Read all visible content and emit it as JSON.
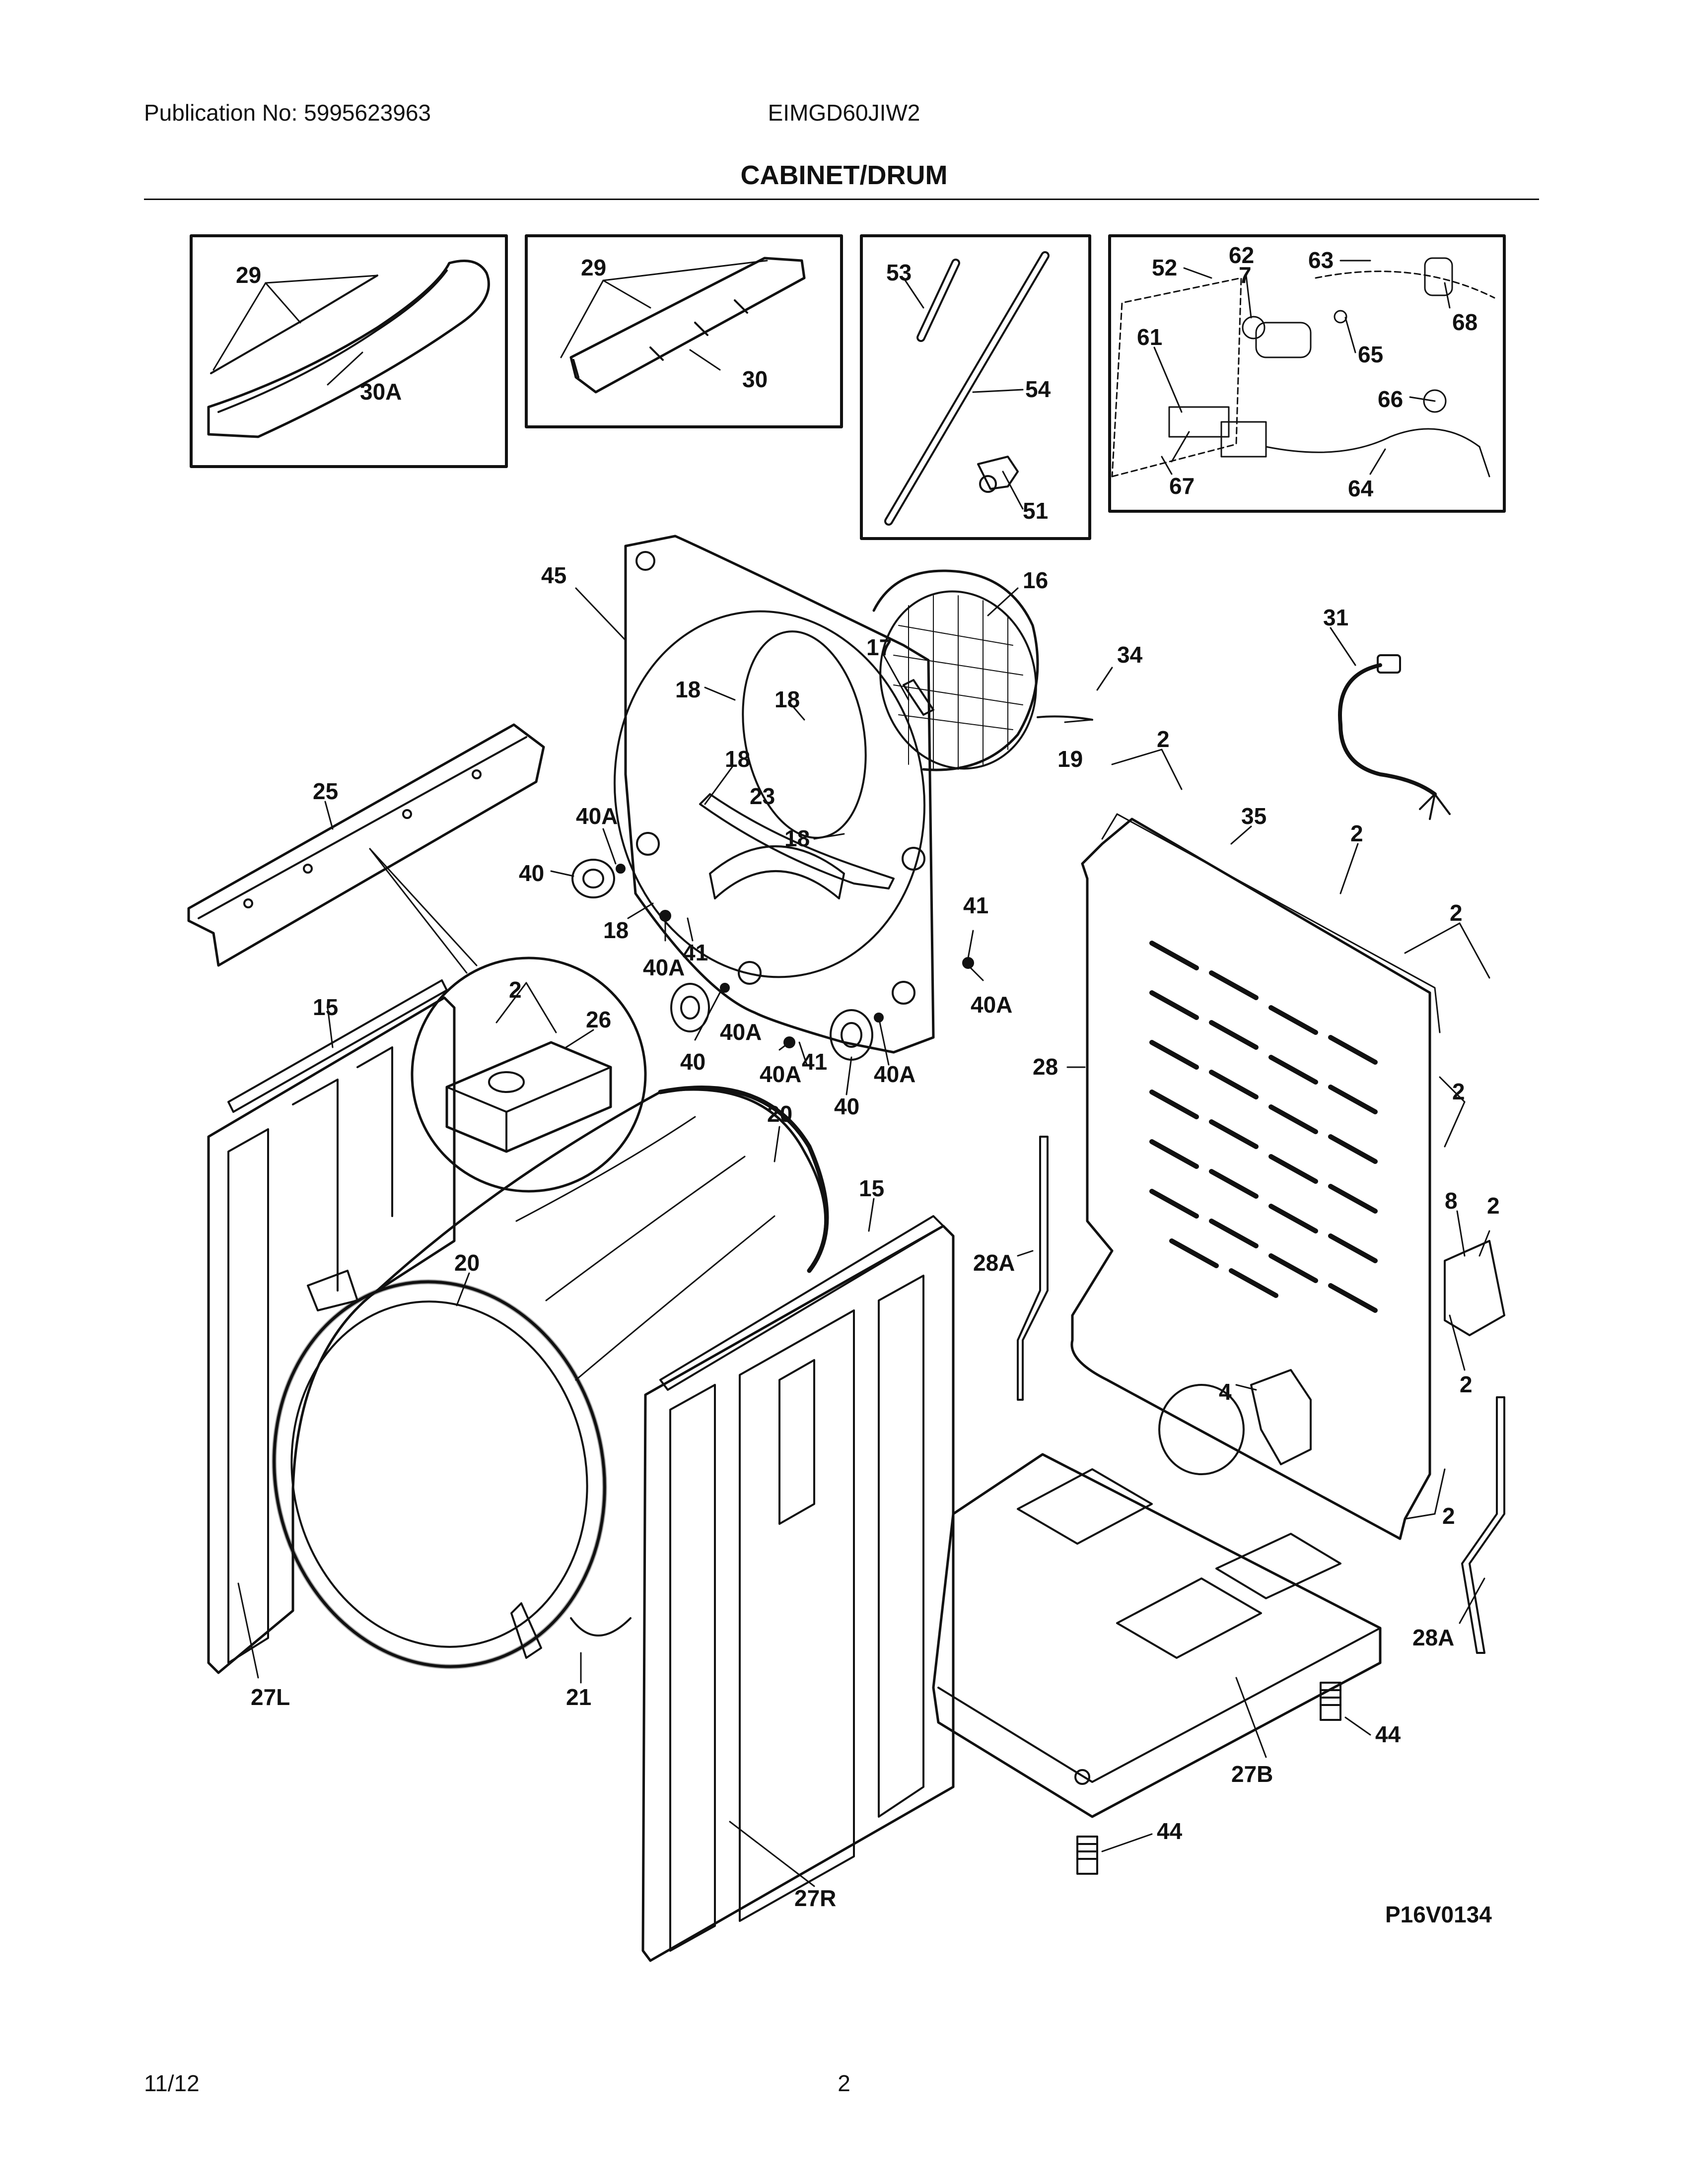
{
  "header": {
    "publication": "Publication No: 5995623963",
    "model": "EIMGD60JIW2"
  },
  "title": "CABINET/DRUM",
  "figure_code": "P16V0134",
  "footer": {
    "date": "11/12",
    "page": "2"
  },
  "callouts": {
    "p29a": "29",
    "p30a": "30A",
    "p29b": "29",
    "p30": "30",
    "p53": "53",
    "p54": "54",
    "p51": "51",
    "p52": "52",
    "p62": "62",
    "p63": "63",
    "p7": "7",
    "p68": "68",
    "p61": "61",
    "p65": "65",
    "p66": "66",
    "p67": "67",
    "p64": "64",
    "p45": "45",
    "p16": "16",
    "p17": "17",
    "p18a": "18",
    "p18b": "18",
    "p18c": "18",
    "p18d": "18",
    "p18e": "18",
    "p23": "23",
    "p34": "34",
    "p19": "19",
    "p31": "31",
    "p25": "25",
    "p40Aa": "40A",
    "p40a": "40",
    "p40Ab": "40A",
    "p41a": "41",
    "p41b": "41",
    "p40Ac": "40A",
    "p40Ad": "40A",
    "p40b": "40",
    "p40Ae": "40A",
    "p41c": "41",
    "p40Af": "40A",
    "p40c": "40",
    "p2a": "2",
    "p35": "35",
    "p2b": "2",
    "p2c": "2",
    "p28": "28",
    "p2d": "2",
    "p8": "8",
    "p2e": "2",
    "p2f": "2",
    "p4": "4",
    "p2g": "2",
    "p15a": "15",
    "p2h": "2",
    "p26": "26",
    "p20a": "20",
    "p15b": "15",
    "p20b": "20",
    "p28Aa": "28A",
    "p28Ab": "28A",
    "p27L": "27L",
    "p21": "21",
    "p44a": "44",
    "p27B": "27B",
    "p44b": "44",
    "p27R": "27R"
  }
}
